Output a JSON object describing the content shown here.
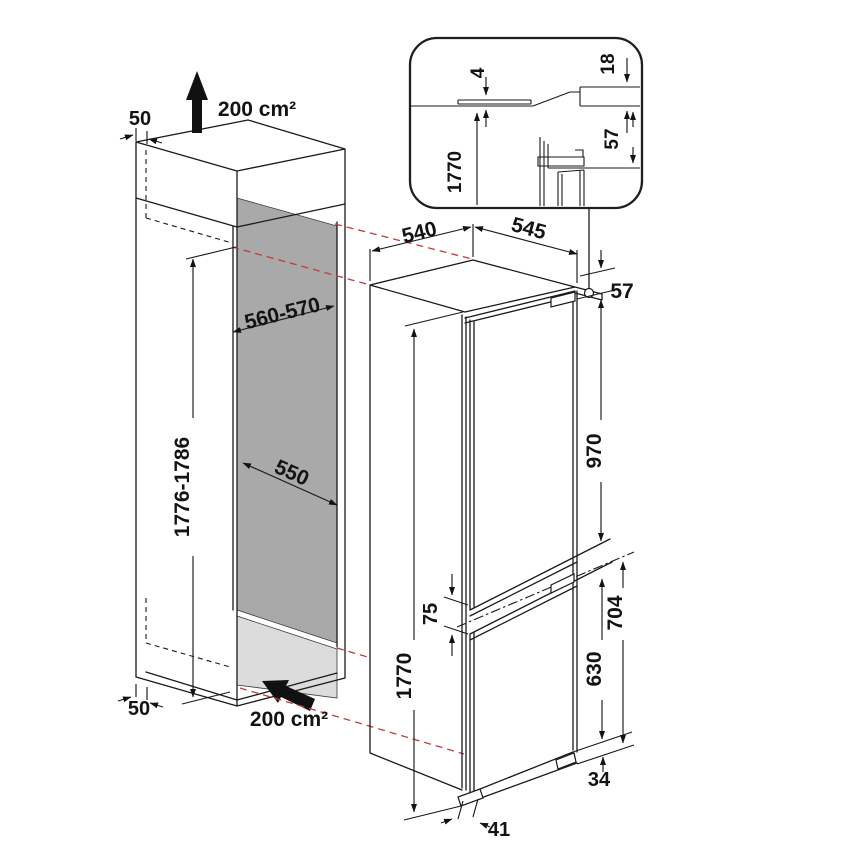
{
  "colors": {
    "line": "#1a1a1a",
    "projection_red": "#c13b3b",
    "niche_wall_gray": "#a9a9a9",
    "niche_floor_gray": "#dcdcdc",
    "background": "#ffffff"
  },
  "niche": {
    "top_side_clearance": "50",
    "top_vent_area": "200 cm²",
    "opening_width": "560-570",
    "opening_height": "1776-1786",
    "opening_depth": "550",
    "bottom_side_clearance": "50",
    "bottom_vent_area": "200 cm²"
  },
  "appliance": {
    "depth": "540",
    "width": "545",
    "top_hinge_clearance": "57",
    "upper_door_height": "970",
    "door_gap": "75",
    "overall_height": "1770",
    "lower_section_height": "704",
    "lower_door_height": "630",
    "bottom_clearance": "34",
    "base_recess_depth": "41"
  },
  "detail_inset": {
    "top_panel_gap": "4",
    "worktop_overhang": "18",
    "top_clearance": "57",
    "niche_height": "1770"
  },
  "icons": {
    "top_airflow": "arrow-up",
    "bottom_airflow": "arrow-up-left"
  }
}
